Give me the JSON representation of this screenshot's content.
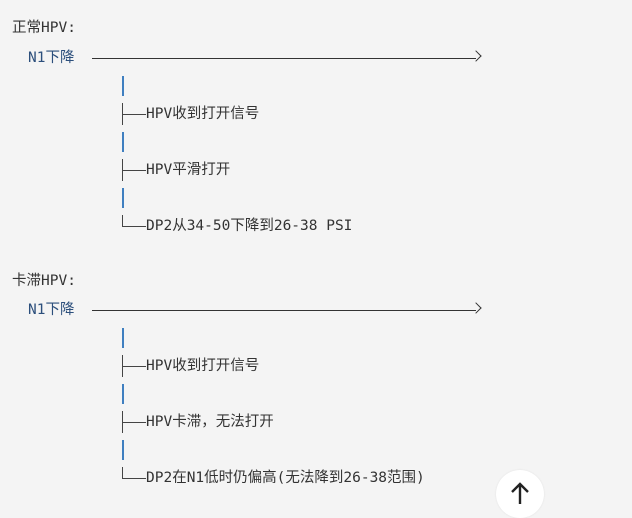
{
  "blocks": [
    {
      "title": "正常HPV:",
      "trigger": "N1下降",
      "steps": [
        "HPV收到打开信号",
        "HPV平滑打开",
        "DP2从34-50下降到26-38 PSI"
      ]
    },
    {
      "title": "卡滞HPV:",
      "trigger": "N1下降",
      "steps": [
        "HPV收到打开信号",
        "HPV卡滞，无法打开",
        "DP2在N1低时仍偏高(无法降到26-38范围)"
      ]
    }
  ],
  "scroll_top_button": {
    "icon": "arrow-up-icon"
  }
}
